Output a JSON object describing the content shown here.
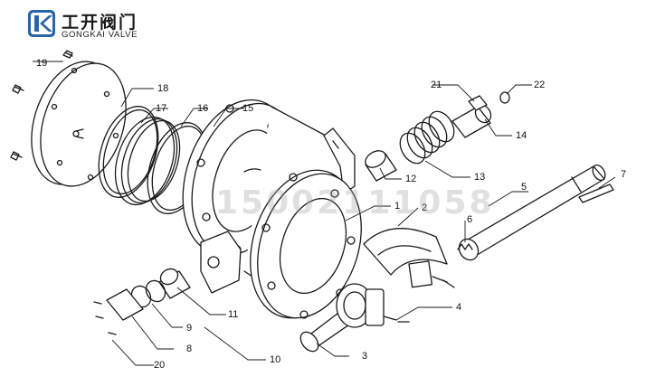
{
  "brand": {
    "name_cn": "工开阀门",
    "name_en": "GONGKAI VALVE",
    "logo_color": "#2b63a8"
  },
  "watermark": "15002111058",
  "callouts": {
    "c1": "1",
    "c2": "2",
    "c3": "3",
    "c4": "4",
    "c5": "5",
    "c6": "6",
    "c7": "7",
    "c8": "8",
    "c9": "9",
    "c10": "10",
    "c11": "11",
    "c12": "12",
    "c13": "13",
    "c14": "14",
    "c15": "15",
    "c16": "16",
    "c17": "17",
    "c18": "18",
    "c19": "19",
    "c20": "20",
    "c21": "21",
    "c22": "22"
  }
}
